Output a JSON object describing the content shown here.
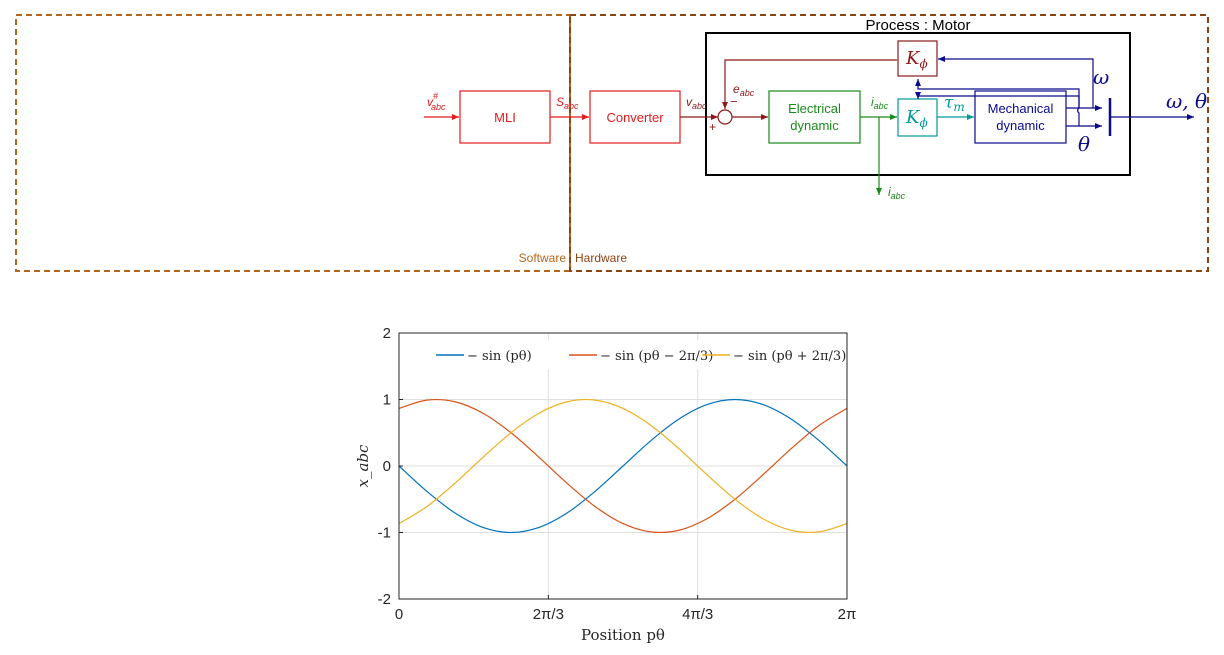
{
  "colors": {
    "software_hardware_border": "#b5651d",
    "software_label": "#b5651d",
    "hardware_label": "#8b4513",
    "red": "#e11b1b",
    "darkred": "#8b1a1a",
    "green": "#1a8a1a",
    "teal": "#009999",
    "navy": "#0a0a8c",
    "black": "#000000",
    "blue_series": "#0072bd",
    "orange_series": "#d95319",
    "yellow_series": "#edb120"
  },
  "diagram": {
    "software_label": "Software",
    "hardware_label": "Hardware",
    "process_title": "Process : Motor",
    "input_signal": {
      "base": "v",
      "sup": "#",
      "sub": "abc"
    },
    "mli_label": "MLI",
    "s_abc": {
      "base": "S",
      "sub": "abc"
    },
    "converter_label": "Converter",
    "v_abc": {
      "base": "v",
      "sub": "abc"
    },
    "e_abc": {
      "base": "e",
      "sub": "abc"
    },
    "minus_sign": "−",
    "plus_sign": "+",
    "electrical_line1": "Electrical",
    "electrical_line2": "dynamic",
    "i_abc": {
      "base": "i",
      "sub": "abc"
    },
    "i_abc_out": {
      "base": "i",
      "sub": "abc"
    },
    "k_phi": {
      "base": "K",
      "sub": "ϕ"
    },
    "tau_m": {
      "base": "τ",
      "sub": "m"
    },
    "mechanical_line1": "Mechanical",
    "mechanical_line2": "dynamic",
    "omega": "ω",
    "theta": "θ",
    "output_label": "ω, θ"
  },
  "chart_data": {
    "type": "line",
    "title": "",
    "xlabel": "Position pθ",
    "ylabel": "x_abc",
    "xlim": [
      0,
      6.2832
    ],
    "ylim": [
      -2,
      2
    ],
    "xticks": [
      {
        "value": 0,
        "label": "0"
      },
      {
        "value": 2.0944,
        "label": "2π/3"
      },
      {
        "value": 4.1888,
        "label": "4π/3"
      },
      {
        "value": 6.2832,
        "label": "2π"
      }
    ],
    "yticks": [
      {
        "value": -2,
        "label": "-2"
      },
      {
        "value": -1,
        "label": "-1"
      },
      {
        "value": 0,
        "label": "0"
      },
      {
        "value": 1,
        "label": "1"
      },
      {
        "value": 2,
        "label": "2"
      }
    ],
    "grid": true,
    "legend_position": "top",
    "series": [
      {
        "name": "− sin (pθ)",
        "color": "#0072bd",
        "x": [
          0,
          0.3927,
          0.7854,
          1.1781,
          1.5708,
          1.9635,
          2.3562,
          2.7489,
          3.1416,
          3.5343,
          3.927,
          4.3197,
          4.7124,
          5.1051,
          5.4978,
          5.8905,
          6.2832
        ],
        "values": [
          0,
          -0.383,
          -0.707,
          -0.924,
          -1,
          -0.924,
          -0.707,
          -0.383,
          0,
          0.383,
          0.707,
          0.924,
          1,
          0.924,
          0.707,
          0.383,
          0
        ]
      },
      {
        "name": "− sin (pθ − 2π/3)",
        "color": "#d95319",
        "x": [
          0,
          0.3927,
          0.7854,
          1.1781,
          1.5708,
          1.9635,
          2.3562,
          2.7489,
          3.1416,
          3.5343,
          3.927,
          4.3197,
          4.7124,
          5.1051,
          5.4978,
          5.8905,
          6.2832
        ],
        "values": [
          0.866,
          0.991,
          0.966,
          0.793,
          0.5,
          0.131,
          -0.259,
          -0.609,
          -0.866,
          -0.991,
          -0.966,
          -0.793,
          -0.5,
          -0.131,
          0.259,
          0.609,
          0.866
        ]
      },
      {
        "name": "− sin (pθ + 2π/3)",
        "color": "#edb120",
        "x": [
          0,
          0.3927,
          0.7854,
          1.1781,
          1.5708,
          1.9635,
          2.3562,
          2.7489,
          3.1416,
          3.5343,
          3.927,
          4.3197,
          4.7124,
          5.1051,
          5.4978,
          5.8905,
          6.2832
        ],
        "values": [
          -0.866,
          -0.609,
          -0.259,
          0.131,
          0.5,
          0.793,
          0.966,
          0.991,
          0.866,
          0.609,
          0.259,
          -0.131,
          -0.5,
          -0.793,
          -0.966,
          -0.991,
          -0.866
        ]
      }
    ]
  }
}
